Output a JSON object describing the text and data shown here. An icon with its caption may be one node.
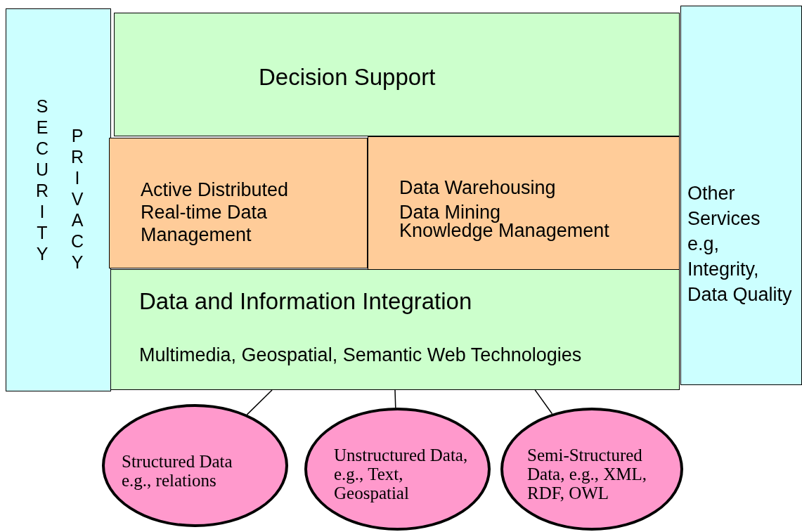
{
  "diagram": {
    "nodes": [
      {
        "text": [
          "SECURITY",
          "PRIVACY"
        ]
      },
      {
        "text": [
          "Decision Support"
        ]
      },
      {
        "text": [
          "Active Distributed Real-time Data Management"
        ]
      },
      {
        "text": [
          "Data Warehousing",
          "Data Mining",
          "Knowledge Management"
        ]
      },
      {
        "text": [
          "Data and Information Integration",
          "Multimedia, Geospatial, Semantic Web Technologies"
        ]
      },
      {
        "text": [
          "Other Services e.g, Integrity, Data Quality"
        ]
      },
      {
        "text": [
          "Structured Data e.g., relations"
        ]
      },
      {
        "text": [
          "Unstructured Data, e.g., Text, Geospatial"
        ]
      },
      {
        "text": [
          "Semi-Structured Data, e.g., XML, RDF, OWL"
        ]
      }
    ],
    "edges": [
      {
        "from": 6,
        "to": 4,
        "arrow": "none"
      },
      {
        "from": 7,
        "to": 4,
        "arrow": "none"
      },
      {
        "from": 8,
        "to": 4,
        "arrow": "none"
      }
    ]
  }
}
